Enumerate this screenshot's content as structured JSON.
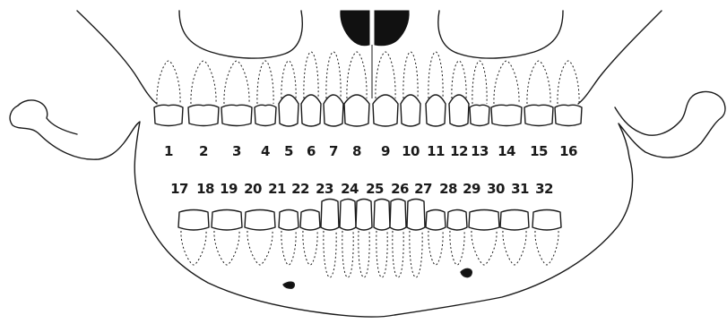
{
  "diagram": {
    "upper_tooth_numbers": [
      "1",
      "2",
      "3",
      "4",
      "5",
      "6",
      "7",
      "8",
      "9",
      "10",
      "11",
      "12",
      "13",
      "14",
      "15",
      "16"
    ],
    "lower_tooth_numbers": [
      "17",
      "18",
      "19",
      "20",
      "21",
      "22",
      "23",
      "24",
      "25",
      "26",
      "27",
      "28",
      "29",
      "30",
      "31",
      "32"
    ]
  }
}
